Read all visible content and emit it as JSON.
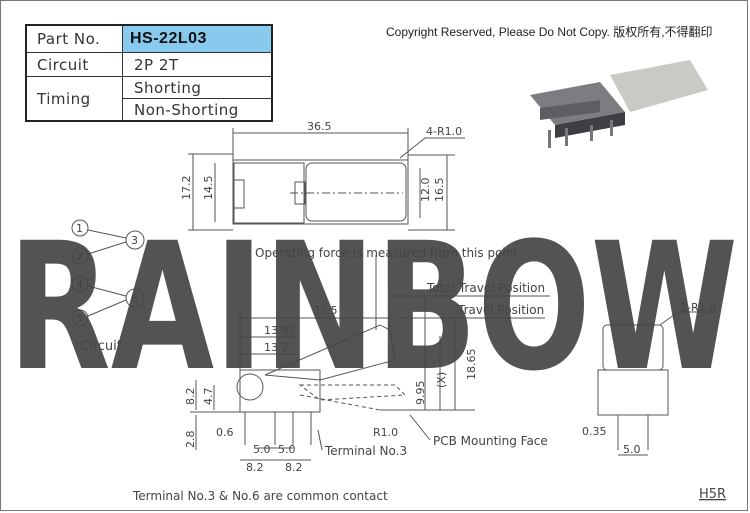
{
  "copyright": "Copyright Reserved, Please Do Not Copy. 版权所有,不得翻印",
  "spec": {
    "part_no_label": "Part No.",
    "part_no_value": "HS-22L03",
    "circuit_label": "Circuit",
    "circuit_value": "2P 2T",
    "timing_label": "Timing",
    "timing_values": [
      "Shorting",
      "Non-Shorting"
    ]
  },
  "watermark": "RAINBOW",
  "colors": {
    "watermark": "#7fd4b8",
    "highlight": "#88c9ee",
    "line": "#555555"
  },
  "drawing": {
    "top_view": {
      "dim_length": "36.5",
      "dim_radius": "4-R1.0",
      "dim_outer_height": "17.2",
      "dim_inner_height": "14.5",
      "dim_right_inner": "12.0",
      "dim_right_outer": "16.5",
      "note": "Operating force is measured from this point."
    },
    "side_view": {
      "total_travel": "Total Travel Position",
      "travel": "Travel Position",
      "dim_33_5": "33.5",
      "dim_13_85": "13.85",
      "dim_13_2": "13.2",
      "dim_18_65": "18.65",
      "dim_9_95": "9.95",
      "dim_x": "(X)",
      "dim_8_2": "8.2",
      "dim_4_7": "4.7",
      "dim_2_8": "2.8",
      "dim_0_6": "0.6",
      "dim_5_0a": "5.0",
      "dim_5_0b": "5.0",
      "dim_8_2a": "8.2",
      "dim_8_2b": "8.2",
      "dim_r1": "R1.0",
      "terminal": "Terminal No.3",
      "pcb": "PCB Mounting Face"
    },
    "end_view": {
      "dim_radius": "2-R1.0",
      "dim_0_35": "0.35",
      "dim_5_0": "5.0"
    },
    "circuit": {
      "label": "Circuit",
      "pins": [
        "1",
        "2",
        "3",
        "4",
        "5",
        "6"
      ]
    }
  },
  "footer_note": "Terminal No.3 & No.6 are common contact",
  "code": "H5R"
}
